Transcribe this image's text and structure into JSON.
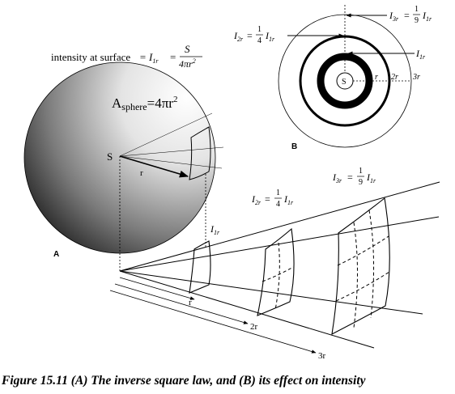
{
  "panel_a": {
    "letter": "A",
    "surface_text": "intensity at surface",
    "surface_eq": "= I",
    "surface_sub": "1r",
    "surface_eq2": "=",
    "frac_num": "S",
    "frac_den": "4πr",
    "frac_den_sup": "2",
    "area_a": "A",
    "area_sub": "sphere",
    "area_eq": "=4πr",
    "area_sup": "2",
    "source": "S",
    "radius": "r"
  },
  "panel_b": {
    "letter": "B",
    "source": "S",
    "i1_main": "I",
    "i1_sub": "1r",
    "i2_main": "I",
    "i2_sub": "2r",
    "i2_eq": "=",
    "i2_num": "1",
    "i2_den": "4",
    "i2_rhs": "I",
    "i2_rhs_sub": "1r",
    "i3_main": "I",
    "i3_sub": "3r",
    "i3_eq": "=",
    "i3_num": "1",
    "i3_den": "9",
    "i3_rhs": "I",
    "i3_rhs_sub": "1r",
    "r1": "r",
    "r2": "2r",
    "r3": "3r"
  },
  "cone": {
    "i1_main": "I",
    "i1_sub": "1r",
    "i2_main": "I",
    "i2_sub": "2r",
    "i2_eq": "=",
    "i2_num": "1",
    "i2_den": "4",
    "i2_rhs": "I",
    "i2_rhs_sub": "1r",
    "i3_main": "I",
    "i3_sub": "3r",
    "i3_eq": "=",
    "i3_num": "1",
    "i3_den": "9",
    "i3_rhs": "I",
    "i3_rhs_sub": "1r",
    "d1": "r",
    "d2": "2r",
    "d3": "3r"
  },
  "caption": "Figure 15.11 (A) The inverse square law, and (B) its effect on intensity"
}
